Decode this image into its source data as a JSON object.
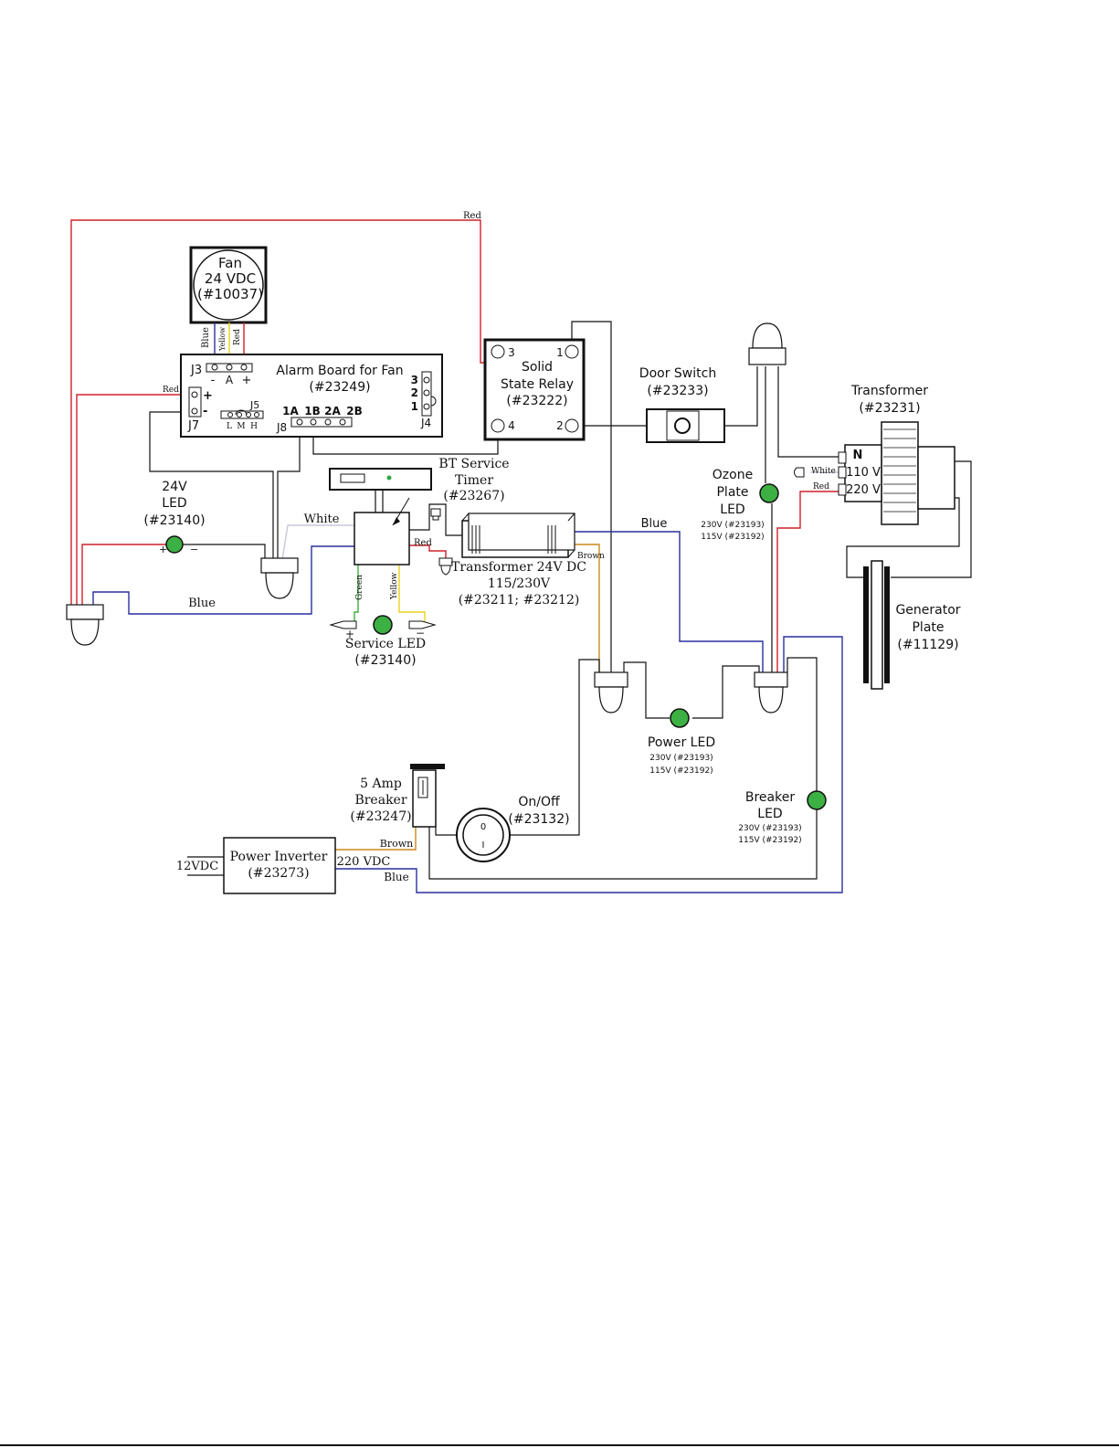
{
  "components": {
    "fan": [
      "Fan",
      "24 VDC",
      "(#10037)"
    ],
    "alarm_board": [
      "Alarm Board for Fan",
      "(#23249)"
    ],
    "ssr": [
      "Solid",
      "State Relay",
      "(#23222)"
    ],
    "door_switch": [
      "Door Switch",
      "(#23233)"
    ],
    "transformer": [
      "Transformer",
      "(#23231)"
    ],
    "ozone_led": [
      "Ozone",
      "Plate",
      "LED"
    ],
    "ozone_led_parts": [
      "230V (#23193)",
      "115V (#23192)"
    ],
    "led_24v": [
      "24V",
      "LED",
      "(#23140)"
    ],
    "bt_timer": [
      "BT Service",
      "Timer",
      "(#23267)"
    ],
    "transformer_24v": [
      "Transformer 24V DC",
      "115/230V",
      "(#23211; #23212)"
    ],
    "service_led": [
      "Service LED",
      "(#23140)"
    ],
    "generator_plate": [
      "Generator",
      "Plate",
      "(#11129)"
    ],
    "power_led": [
      "Power LED"
    ],
    "power_led_parts": [
      "230V (#23193)",
      "115V (#23192)"
    ],
    "breaker_5a": [
      "5 Amp",
      "Breaker",
      "(#23247)"
    ],
    "on_off": [
      "On/Off",
      "(#23132)"
    ],
    "breaker_led": [
      "Breaker",
      "LED"
    ],
    "breaker_led_parts": [
      "230V (#23193)",
      "115V (#23192)"
    ],
    "power_inverter": [
      "Power Inverter",
      "(#23273)"
    ]
  },
  "pins": {
    "j3": "J3",
    "j4": "J4",
    "j5": "J5",
    "j7": "J7",
    "j8": "J8",
    "j3_pins": [
      "-",
      "A",
      "+"
    ],
    "j4_pins": [
      "3",
      "2",
      "1"
    ],
    "j5_pins": [
      "L",
      "M",
      "H"
    ],
    "j7_pins": [
      "+",
      "-"
    ],
    "j8_pins": [
      "1A",
      "1B",
      "2A",
      "2B"
    ],
    "ssr_pins": [
      "3",
      "1",
      "4",
      "2"
    ],
    "transformer_taps": [
      "N",
      "110 V",
      "220 V"
    ],
    "led_polarity": [
      "+",
      "−"
    ],
    "service_polarity": [
      "+",
      "−"
    ],
    "on_off_marks": [
      "0",
      "I"
    ]
  },
  "wires": {
    "red_top": "Red",
    "fan_blue": "Blue",
    "fan_yellow": "Yellow",
    "fan_red": "Red",
    "j7_red": "Red",
    "white_timer": "White",
    "timer_red": "Red",
    "blue_left": "Blue",
    "green": "Green",
    "yellow": "Yellow",
    "blue_mid": "Blue",
    "brown_trans": "Brown",
    "white_tr": "White",
    "red_tr": "Red",
    "brown_inv": "Brown",
    "blue_inv": "Blue"
  },
  "inverter": {
    "input": "12VDC",
    "output": "220 VDC"
  }
}
